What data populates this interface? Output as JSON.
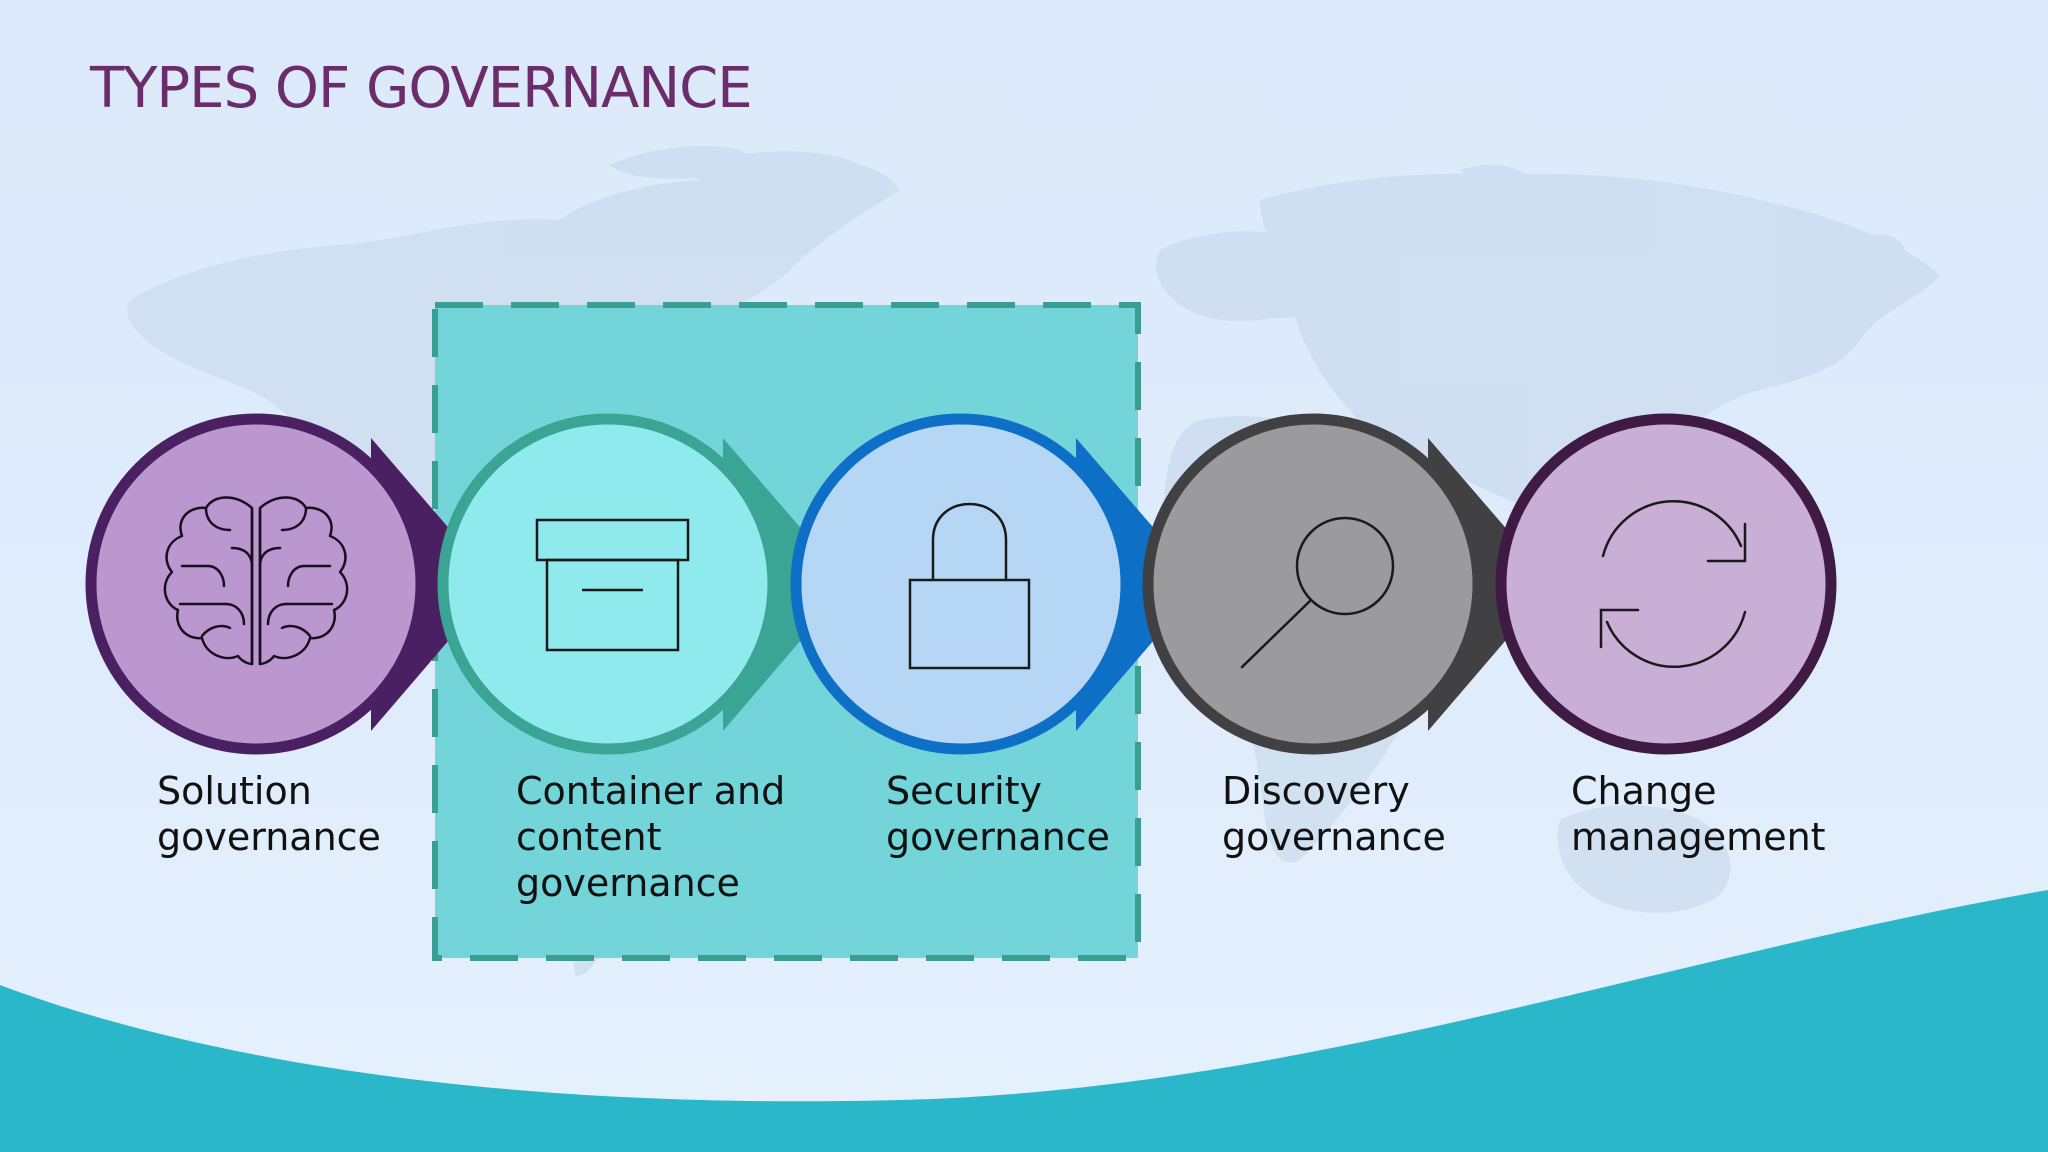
{
  "slide": {
    "title": "TYPES OF GOVERNANCE"
  },
  "steps": [
    {
      "icon": "brain-icon",
      "label_lines": [
        "Solution",
        "governance"
      ],
      "fill": "#bb97cf",
      "ring": "#4a2062",
      "pointer": "#4a2062"
    },
    {
      "icon": "box-icon",
      "label_lines": [
        "Container and",
        "content",
        "governance"
      ],
      "fill": "#8feaed",
      "ring": "#3aa595",
      "pointer": "#3aa595"
    },
    {
      "icon": "lock-icon",
      "label_lines": [
        "Security",
        "governance"
      ],
      "fill": "#b5d7f5",
      "ring": "#0e6fc6",
      "pointer": "#0e6fc6"
    },
    {
      "icon": "magnifier-icon",
      "label_lines": [
        "Discovery",
        "governance"
      ],
      "fill": "#9b9a9d",
      "ring": "#414042",
      "pointer": "#414042"
    },
    {
      "icon": "refresh-icon",
      "label_lines": [
        "Change",
        "management"
      ],
      "fill": "#c9aed6",
      "ring": "#3f1a45",
      "pointer": null
    }
  ],
  "highlight": {
    "fill": "#73d5d9",
    "border": "#3a9e90",
    "covers_steps": [
      2,
      3
    ]
  },
  "colors": {
    "title": "#6b2c6b",
    "wave": "#2ab7c9",
    "map": "#c7d8ea"
  }
}
